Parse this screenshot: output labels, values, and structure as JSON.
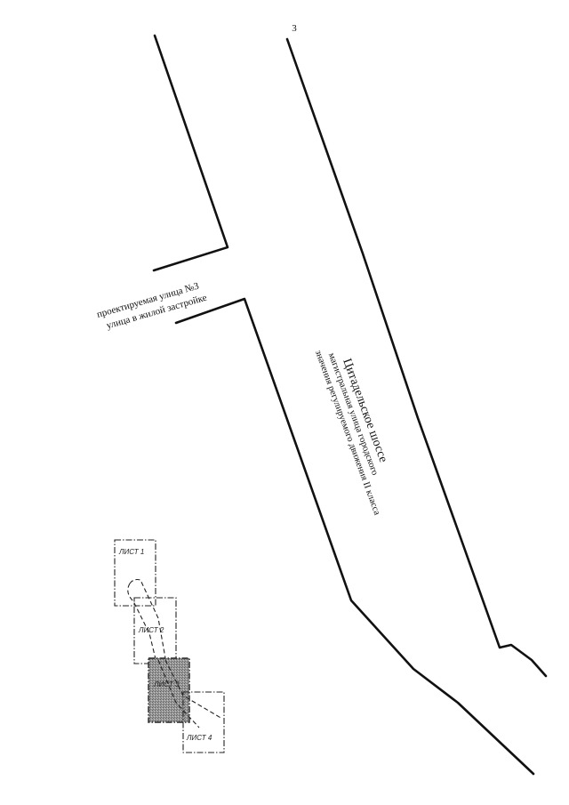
{
  "page_number": "3",
  "streets": {
    "proposed_name": "проектируемая улица №3",
    "proposed_type": "улица в жилой застройке",
    "highway_name": "Цитадельское шоссе",
    "highway_type_line1": "магистральная улица городского",
    "highway_type_line2": "значения регулируемого движения II класса"
  },
  "key_map": {
    "active_sheet": 3,
    "sheets": [
      {
        "label": "ЛИСТ 1"
      },
      {
        "label": "ЛИСТ 2"
      },
      {
        "label": "ЛИСТ 3"
      },
      {
        "label": "ЛИСТ 4"
      }
    ]
  },
  "colors": {
    "line": "#111111",
    "active_sheet_fill": "#8a8a8a"
  }
}
